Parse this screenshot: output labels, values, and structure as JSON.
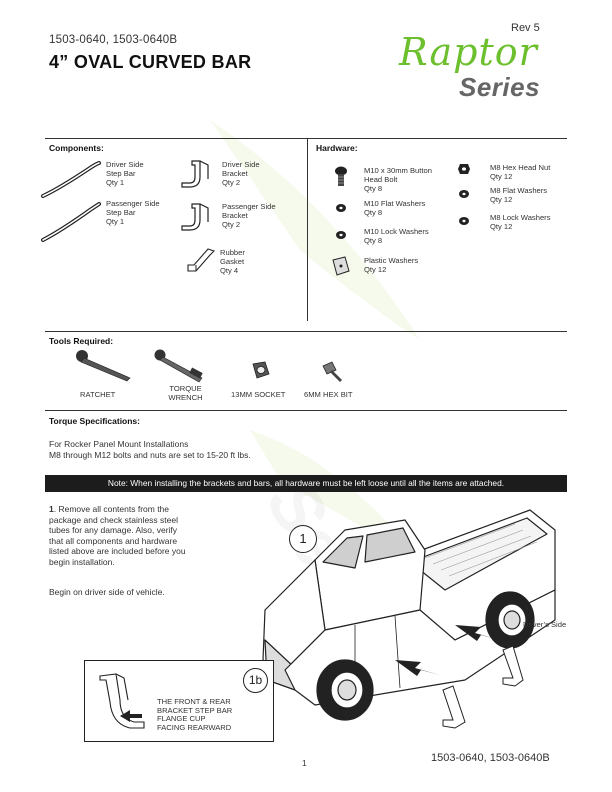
{
  "header": {
    "part_numbers": "1503-0640, 1503-0640B",
    "title": "4” OVAL CURVED BAR",
    "rev": "Rev 5",
    "logo_word1": "Raptor",
    "logo_word2": "Series"
  },
  "components": {
    "heading": "Components:",
    "items": [
      {
        "name": "Driver Side",
        "name2": "Step Bar",
        "qty": "Qty 1",
        "icon": "step-bar"
      },
      {
        "name": "Passenger Side",
        "name2": "Step Bar",
        "qty": "Qty 1",
        "icon": "step-bar"
      },
      {
        "name": "Driver Side",
        "name2": "Bracket",
        "qty": "Qty 2",
        "icon": "bracket"
      },
      {
        "name": "Passenger Side",
        "name2": "Bracket",
        "qty": "Qty 2",
        "icon": "bracket"
      },
      {
        "name": "Rubber",
        "name2": "Gasket",
        "qty": "Qty 4",
        "icon": "gasket"
      }
    ]
  },
  "hardware": {
    "heading": "Hardware:",
    "items": [
      {
        "name": "M10 x 30mm Button",
        "name2": "Head Bolt",
        "qty": "Qty 8",
        "icon": "button-head-bolt"
      },
      {
        "name": "M10 Flat Washers",
        "name2": "",
        "qty": "Qty 8",
        "icon": "flat-washer"
      },
      {
        "name": "M10 Lock Washers",
        "name2": "",
        "qty": "Qty 8",
        "icon": "lock-washer"
      },
      {
        "name": "Plastic Washers",
        "name2": "",
        "qty": "Qty 12",
        "icon": "plastic-washer"
      },
      {
        "name": "M8 Hex Head Nut",
        "name2": "",
        "qty": "Qty 12",
        "icon": "hex-nut"
      },
      {
        "name": "M8 Flat Washers",
        "name2": "",
        "qty": "Qty 12",
        "icon": "flat-washer"
      },
      {
        "name": "M8 Lock Washers",
        "name2": "",
        "qty": "Qty 12",
        "icon": "lock-washer"
      }
    ]
  },
  "tools": {
    "heading": "Tools Required:",
    "items": [
      {
        "label": "RATCHET",
        "label2": "",
        "icon": "ratchet"
      },
      {
        "label": "TORQUE",
        "label2": "WRENCH",
        "icon": "torque-wrench"
      },
      {
        "label": "13MM SOCKET",
        "label2": "",
        "icon": "socket"
      },
      {
        "label": "6MM HEX BIT",
        "label2": "",
        "icon": "hex-bit"
      }
    ]
  },
  "torque": {
    "heading": "Torque Specifications:",
    "line1": "For Rocker Panel Mount Installations",
    "line2": "M8 through M12 bolts and nuts are set to 15-20 ft lbs."
  },
  "note": "Note: When installing the brackets and bars, all hardware must be left loose until all the items are attached.",
  "step1": {
    "number": "1",
    "lines": [
      ". Remove all contents from the",
      "package and check stainless steel",
      "tubes for any damage. Also, verify",
      "that all components and hardware",
      "listed above are included before you",
      "begin installation."
    ],
    "begin": "Begin on driver side of vehicle."
  },
  "figure": {
    "callout_1": "1",
    "callout_1b": "1b",
    "side_label": "Driver’s Side",
    "inset_lines": [
      "THE FRONT & REAR",
      "BRACKET STEP BAR",
      "FLANGE CUP",
      "FACING REARWARD"
    ]
  },
  "footer": {
    "page_number": "1",
    "part_numbers": "1503-0640, 1503-0640B"
  },
  "colors": {
    "logo_green": "#6cbf2d",
    "logo_grey": "#666666",
    "note_bar": "#1c1c1c"
  }
}
